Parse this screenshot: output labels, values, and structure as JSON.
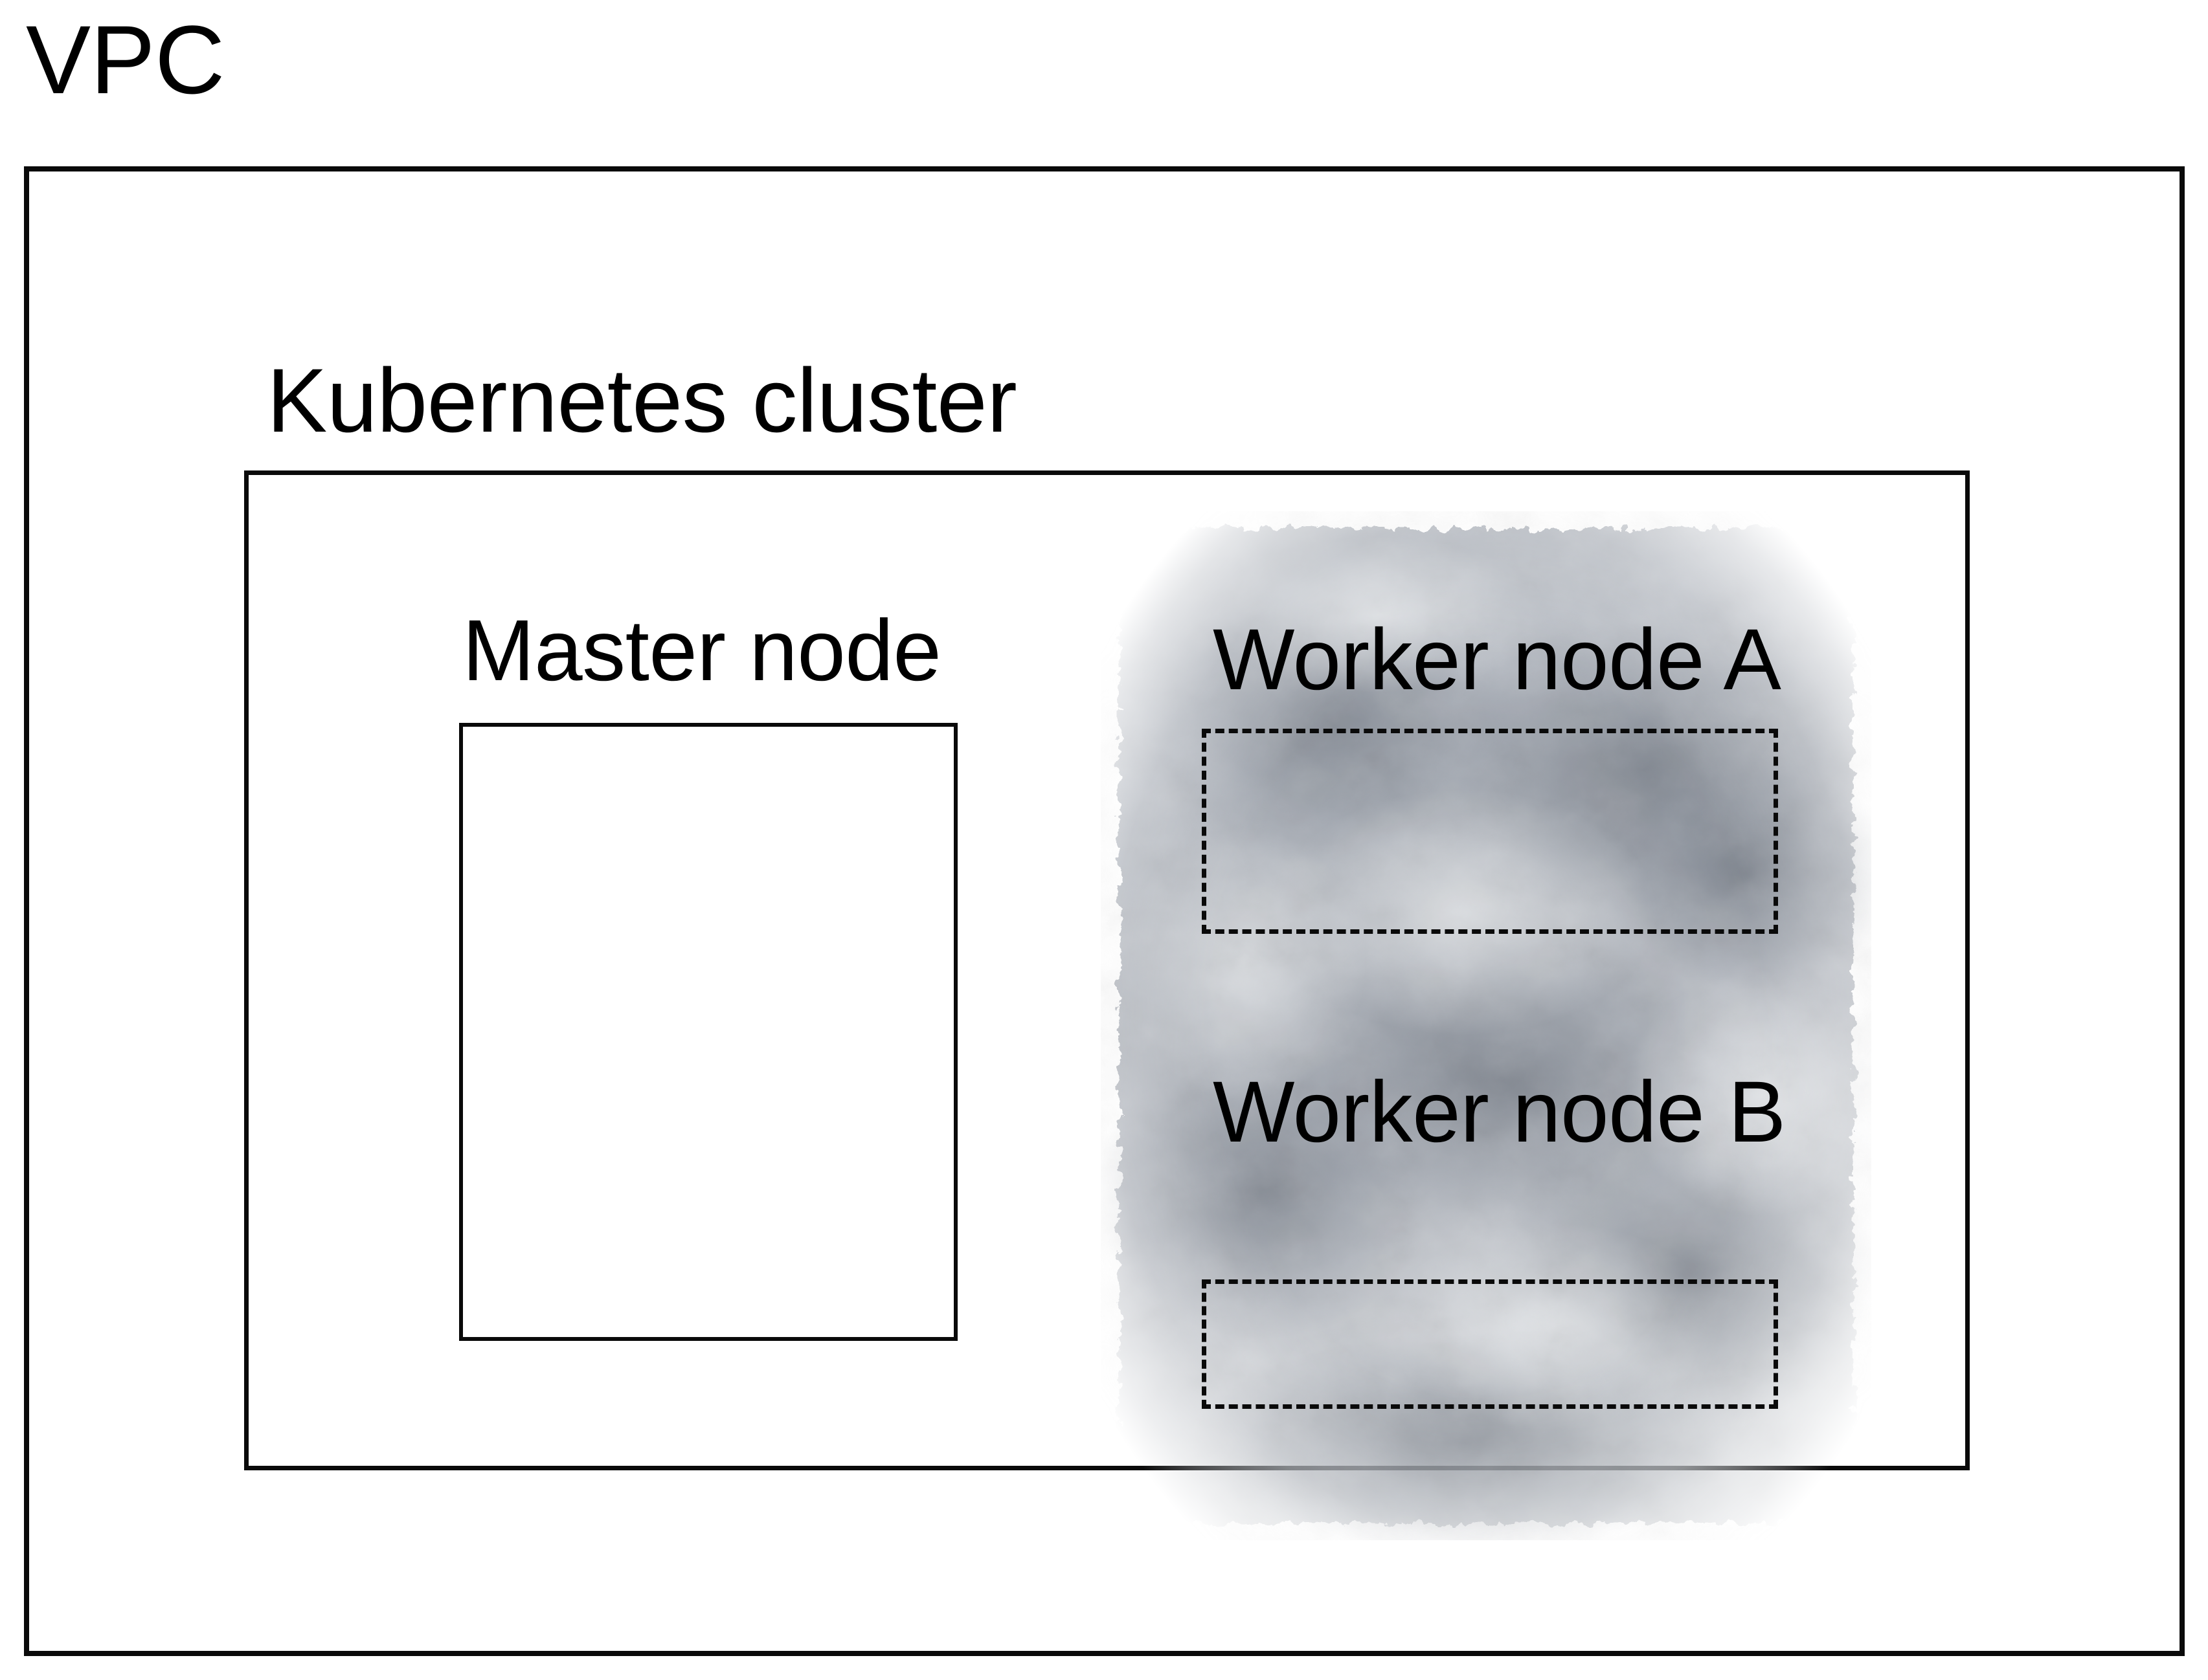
{
  "diagram": {
    "title": "VPC",
    "type": "architecture-diagram",
    "background_color": "#ffffff",
    "line_color": "#0a0a0a"
  },
  "outer_boundary": {
    "label": "VPC",
    "border_style": "solid"
  },
  "cluster": {
    "label": "Kubernetes cluster",
    "border_style": "solid"
  },
  "nodes": [
    {
      "label": "Master node",
      "kind": "master",
      "border_style": "solid",
      "inside_cloud": false
    },
    {
      "label": "Worker node A",
      "kind": "worker",
      "border_style": "dashed",
      "inside_cloud": true
    },
    {
      "label": "Worker node B",
      "kind": "worker",
      "border_style": "dashed",
      "inside_cloud": true
    }
  ],
  "cloud_region": {
    "name": "worker-cloud",
    "fill": "gradient-gray",
    "colors": {
      "dark": "#6b7280",
      "mid": "#9aa1ab",
      "light": "#d7dadf"
    }
  }
}
